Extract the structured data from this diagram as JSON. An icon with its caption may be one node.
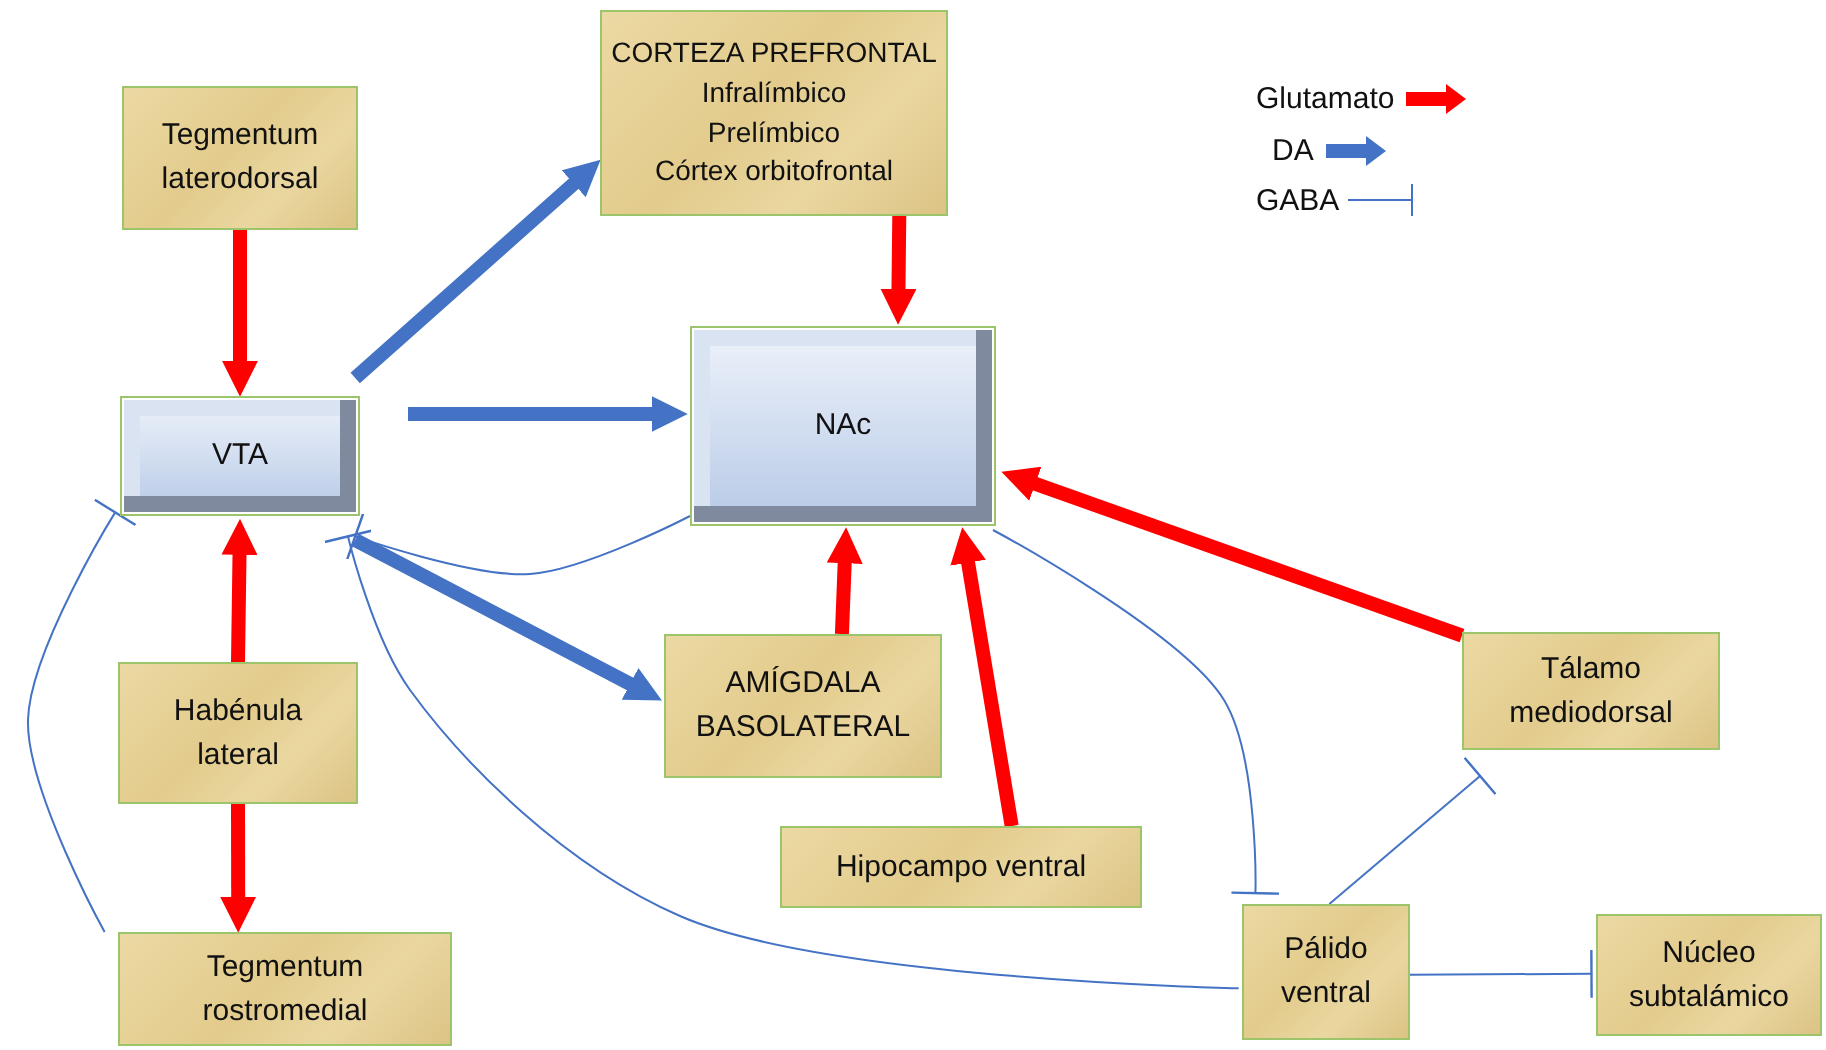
{
  "diagram": {
    "nodes": [
      {
        "text": [
          "CORTEZA PREFRONTAL",
          "Infralímbico",
          "Prelímbico",
          "Córtex orbitofrontal"
        ]
      },
      {
        "text": [
          "Tegmentum laterodorsal"
        ]
      },
      {
        "text": [
          "VTA"
        ]
      },
      {
        "text": [
          "NAc"
        ]
      },
      {
        "text": [
          "Habénula lateral"
        ]
      },
      {
        "text": [
          "AMÍGDALA BASOLATERAL"
        ]
      },
      {
        "text": [
          "Tálamo mediodorsal"
        ]
      },
      {
        "text": [
          "Hipocampo ventral"
        ]
      },
      {
        "text": [
          "Tegmentum rostromedial"
        ]
      },
      {
        "text": [
          "Pálido ventral"
        ]
      },
      {
        "text": [
          "Núcleo subtalámico"
        ]
      }
    ],
    "edges": [
      {
        "from": 1,
        "to": 2,
        "arrow": "to",
        "color": "#ff0000"
      },
      {
        "from": 2,
        "to": 0,
        "arrow": "to"
      },
      {
        "from": 2,
        "to": 3,
        "arrow": "to"
      },
      {
        "from": 0,
        "to": 3,
        "arrow": "to",
        "color": "#ff0000"
      },
      {
        "from": 4,
        "to": 2,
        "arrow": "to",
        "color": "#ff0000"
      },
      {
        "from": 4,
        "to": 8,
        "arrow": "to",
        "color": "#ff0000"
      },
      {
        "from": 2,
        "to": 5,
        "arrow": "to"
      },
      {
        "from": 5,
        "to": 3,
        "arrow": "to",
        "color": "#ff0000"
      },
      {
        "from": 7,
        "to": 3,
        "arrow": "to",
        "color": "#ff0000"
      },
      {
        "from": 6,
        "to": 3,
        "arrow": "to",
        "color": "#ff0000"
      },
      {
        "from": 8,
        "to": 2,
        "arrow": "other"
      },
      {
        "from": 3,
        "to": 2,
        "arrow": "other"
      },
      {
        "from": 9,
        "to": 2,
        "arrow": "other"
      },
      {
        "from": 3,
        "to": 9,
        "arrow": "other"
      },
      {
        "from": 9,
        "to": 6,
        "arrow": "other"
      },
      {
        "from": 9,
        "to": 10,
        "arrow": "other"
      }
    ],
    "legend": [
      {
        "text": "Glutamato"
      },
      {
        "text": "DA"
      },
      {
        "text": "GABA"
      }
    ]
  }
}
